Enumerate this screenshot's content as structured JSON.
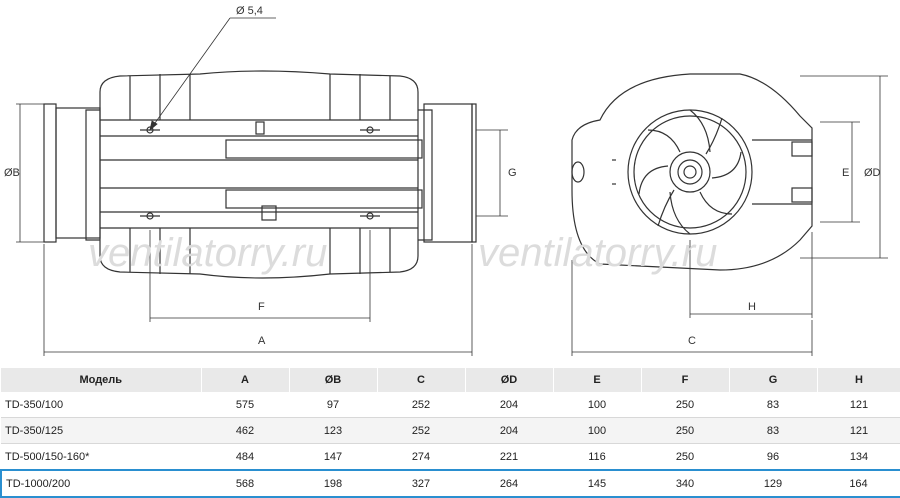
{
  "drawing": {
    "labels": {
      "hole": "Ø 5,4",
      "b": "ØB",
      "g": "G",
      "f": "F",
      "a": "A",
      "e": "E",
      "d": "ØD",
      "h": "H",
      "c": "C"
    },
    "watermark": "ventilatorry.ru"
  },
  "table": {
    "headers": [
      "Модель",
      "A",
      "ØB",
      "C",
      "ØD",
      "E",
      "F",
      "G",
      "H"
    ],
    "rows": [
      [
        "TD-350/100",
        "575",
        "97",
        "252",
        "204",
        "100",
        "250",
        "83",
        "121"
      ],
      [
        "TD-350/125",
        "462",
        "123",
        "252",
        "204",
        "100",
        "250",
        "83",
        "121"
      ],
      [
        "TD-500/150-160*",
        "484",
        "147",
        "274",
        "221",
        "116",
        "250",
        "96",
        "134"
      ],
      [
        "TD-1000/200",
        "568",
        "198",
        "327",
        "264",
        "145",
        "340",
        "129",
        "164"
      ]
    ],
    "highlight_color": "#2a8fd0"
  }
}
